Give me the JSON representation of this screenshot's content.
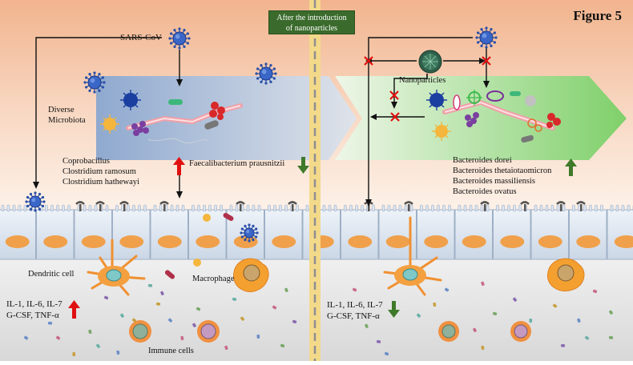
{
  "figure_label": "Figure 5",
  "banner": {
    "line1": "After the introduction",
    "line2": "of nanoparticles"
  },
  "left": {
    "virus_label": "SARS-CoV",
    "microbiota_label_line1": "Diverse",
    "microbiota_label_line2": "Microbiota",
    "increased_bacteria": [
      "Coprobacillus",
      "Clostridium ramosum",
      "Clostridium hathewayi"
    ],
    "decreased_bacteria": "Faecalibacterium prausnitzii",
    "dendritic_cell_label": "Dendritic cell",
    "macrophage_label": "Macrophage",
    "cytokines_line1": "IL-1, IL-6, IL-7",
    "cytokines_line2": "G-CSF, TNF-α",
    "immune_cells_label": "Immune cells"
  },
  "right": {
    "nanoparticles_label": "Nanoparticles",
    "increased_bacteria": [
      "Bacteroides dorei",
      "Bacteroides thetaiotaomicron",
      "Bacteroides massiliensis",
      "Bacteroides ovatus"
    ],
    "cytokines_line1": "IL-1, IL-6, IL-7",
    "cytokines_line2": "G-CSF, TNF-α"
  },
  "colors": {
    "up_arrow": "#e01010",
    "down_arrow": "#3e7a2a",
    "block_x": "#e01010",
    "banner_bg": "#3a6b2c"
  }
}
